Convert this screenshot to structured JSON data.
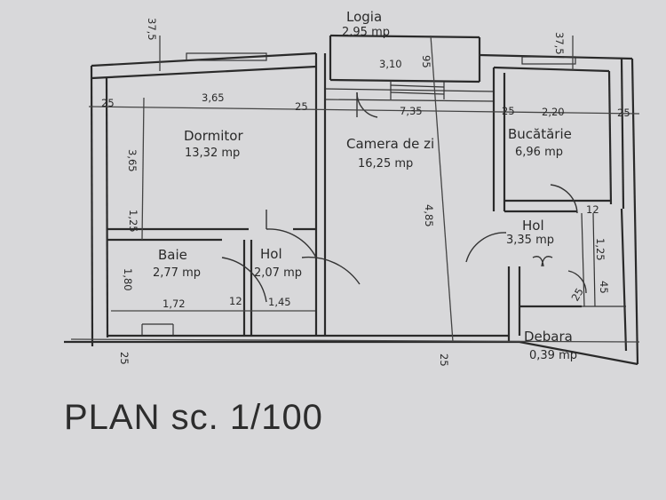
{
  "title": "PLAN sc. 1/100",
  "rooms": {
    "dormitor": {
      "name": "Dormitor",
      "area": "13,32 mp"
    },
    "camera_de_zi": {
      "name": "Camera de zi",
      "area": "16,25 mp"
    },
    "bucatarie": {
      "name": "Bucătărie",
      "area": "6,96 mp"
    },
    "baie": {
      "name": "Baie",
      "area": "2,77 mp"
    },
    "hol_left": {
      "name": "Hol",
      "area": "2,07 mp"
    },
    "hol_right": {
      "name": "Hol",
      "area": "3,35 mp"
    },
    "debara": {
      "name": "Debara",
      "area": "0,39 mp"
    },
    "logia": {
      "name": "Logia",
      "area": "2,95 mp"
    }
  },
  "dimensions": {
    "dormitor_width": "3,65",
    "dormitor_height": "3,65",
    "wall_left": "25",
    "wall_mid": "25",
    "wall_right_kitchen": "25",
    "wall_right_end": "25",
    "camera_width": "7,35",
    "camera_height": "4,85",
    "bucatarie_width": "2,20",
    "logia_width": "3,10",
    "logia_depth": "95",
    "baie_height": "1,80",
    "baie_width": "1,72",
    "hol_width": "1,45",
    "partition_small": "12",
    "partition_125": "1,25",
    "debara_width": "1,25",
    "debara_small": "45",
    "top_left": "37,5",
    "top_right": "37,5",
    "bottom_left": "25",
    "bottom_mid": "25",
    "kitchen_small": "12",
    "debara_wall": "25"
  }
}
